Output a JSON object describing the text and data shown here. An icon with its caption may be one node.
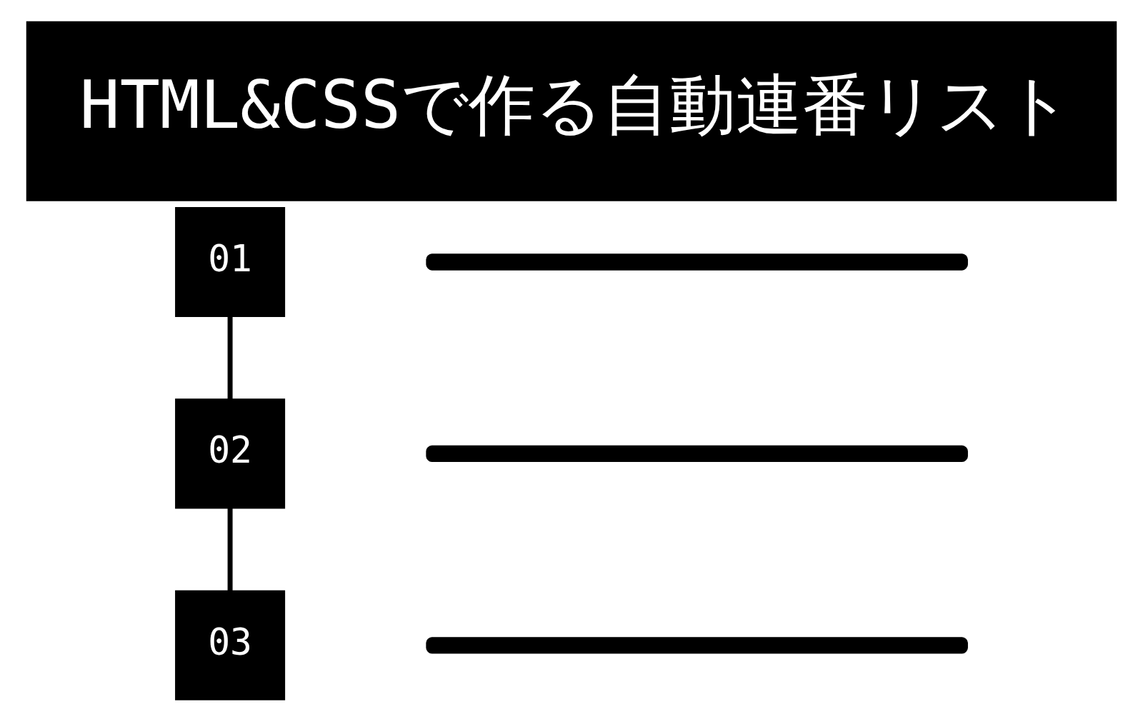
{
  "diagram": {
    "title": "HTML&CSSで作る自動連番リスト",
    "nodes": [
      {
        "text": [
          "01"
        ]
      },
      {
        "text": [],
        "shape": "bar"
      },
      {
        "text": [
          "02"
        ]
      },
      {
        "text": [],
        "shape": "bar"
      },
      {
        "text": [
          "03"
        ]
      },
      {
        "text": [],
        "shape": "bar"
      }
    ],
    "edges": [
      {
        "from": 0,
        "to": 2,
        "arrow": "none"
      },
      {
        "from": 2,
        "to": 4,
        "arrow": "none"
      }
    ]
  }
}
